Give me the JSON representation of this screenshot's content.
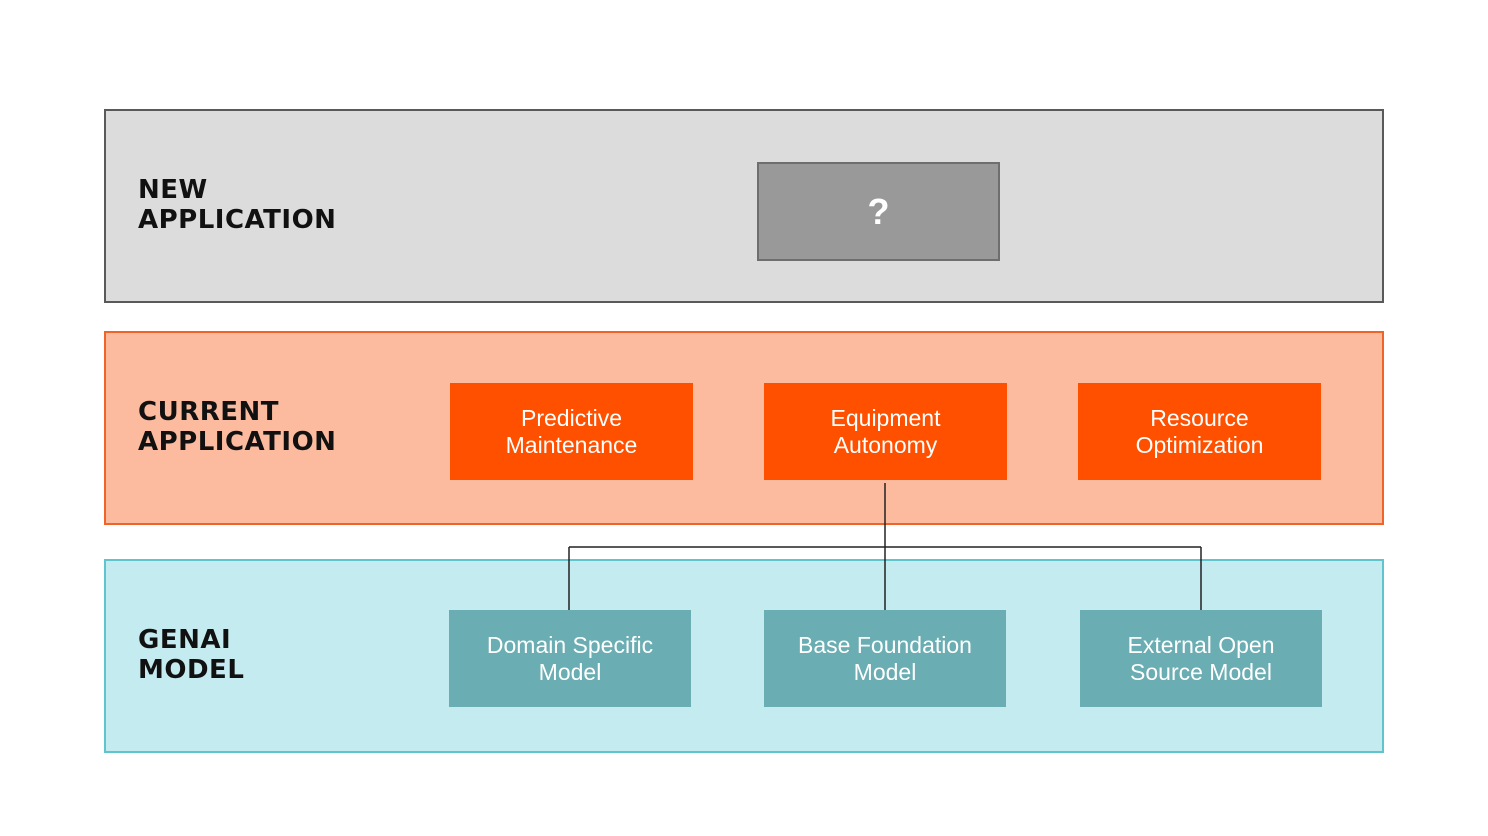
{
  "layers": {
    "new": {
      "label": "NEW\nAPPLICATION"
    },
    "current": {
      "label": "CURRENT\nAPPLICATION"
    },
    "genai": {
      "label": "GENAI\nMODEL"
    }
  },
  "new_application": {
    "placeholder": "?"
  },
  "current_applications": [
    {
      "label": "Predictive\nMaintenance"
    },
    {
      "label": "Equipment\nAutonomy"
    },
    {
      "label": "Resource\nOptimization"
    }
  ],
  "genai_models": [
    {
      "label": "Domain Specific\nModel"
    },
    {
      "label": "Base Foundation\nModel"
    },
    {
      "label": "External Open\nSource Model"
    }
  ],
  "colors": {
    "new_layer_bg": "#dcdcdc",
    "current_layer_bg": "#fcbb9e",
    "genai_layer_bg": "#c4ebef",
    "app_box": "#ff5000",
    "model_box": "#6aadb2",
    "unknown_box": "#999999"
  }
}
